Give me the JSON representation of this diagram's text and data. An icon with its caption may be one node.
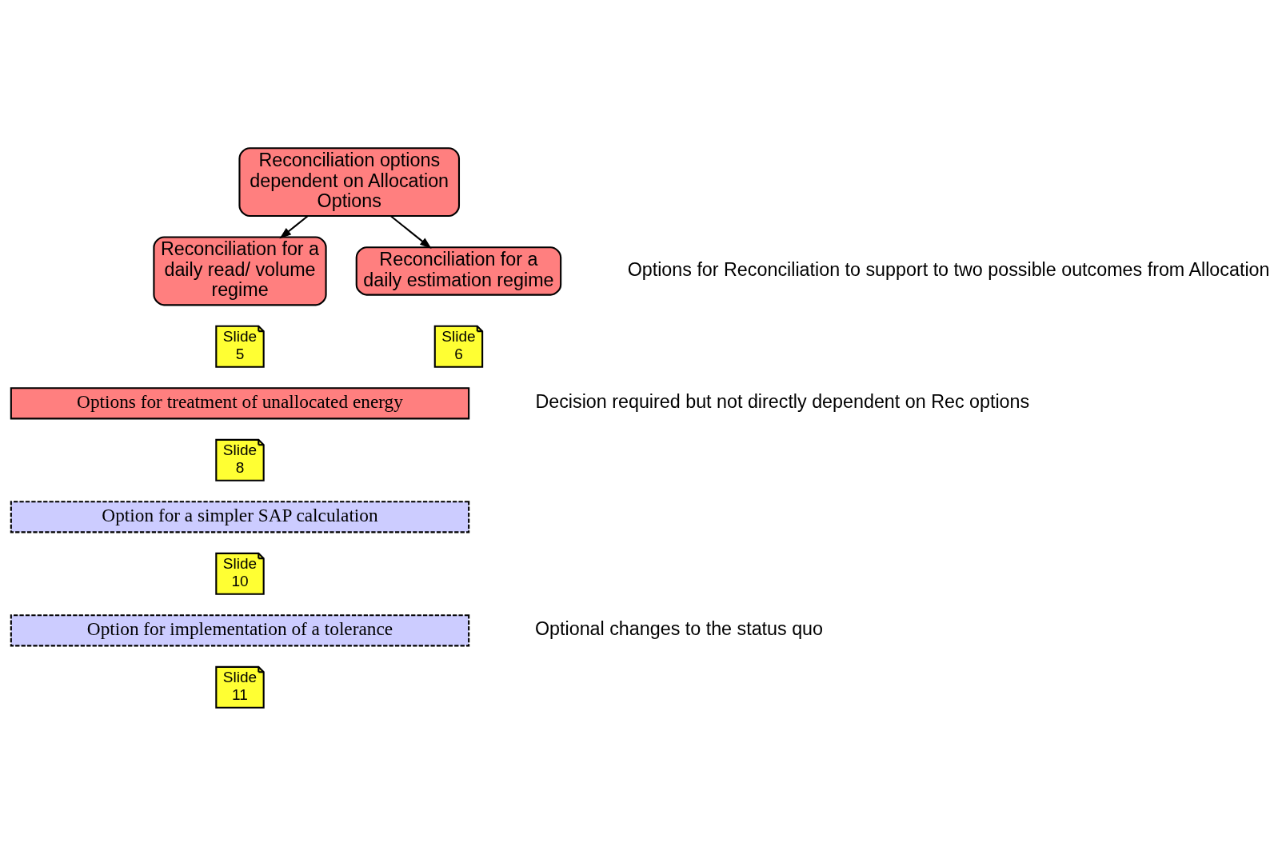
{
  "diagram": {
    "nodes": [
      {
        "text": [
          "Reconciliation options dependent on Allocation Options"
        ]
      },
      {
        "text": [
          "Reconciliation for a daily read/ volume regime"
        ]
      },
      {
        "text": [
          "Reconciliation for a daily estimation regime"
        ]
      },
      {
        "text": [
          "Slide 5"
        ]
      },
      {
        "text": [
          "Slide 6"
        ]
      },
      {
        "text": [
          "Options for treatment of unallocated energy"
        ]
      },
      {
        "text": [
          "Slide 8"
        ]
      },
      {
        "text": [
          "Option for a simpler SAP calculation"
        ]
      },
      {
        "text": [
          "Slide 10"
        ]
      },
      {
        "text": [
          "Option for implementation of a tolerance"
        ]
      },
      {
        "text": [
          "Slide 11"
        ]
      }
    ],
    "edges": [
      {
        "from": 0,
        "to": 1,
        "arrow": "to"
      },
      {
        "from": 0,
        "to": 2,
        "arrow": "to"
      }
    ],
    "labels": [
      "Options for Reconciliation to support to two possible outcomes from Allocation",
      "Decision required but not directly dependent on Rec options",
      "Optional changes to the status quo"
    ]
  }
}
